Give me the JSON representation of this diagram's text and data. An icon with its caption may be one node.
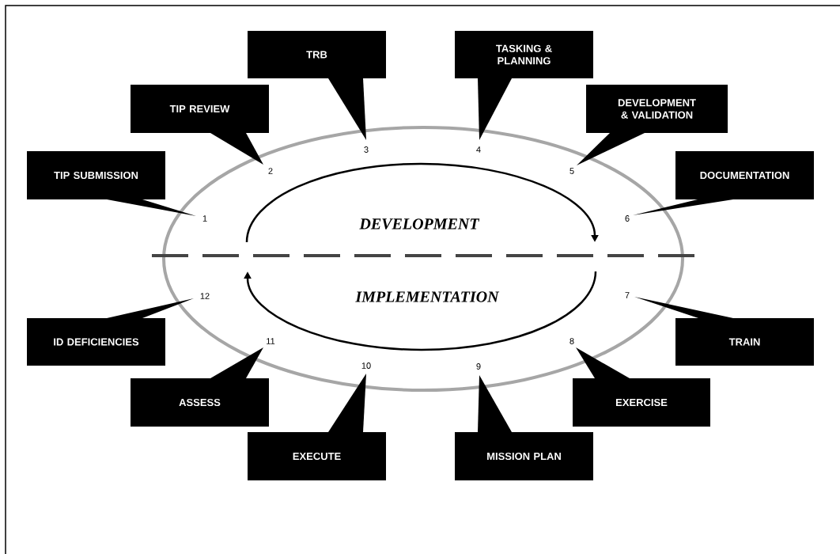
{
  "diagram": {
    "nodes": [
      {
        "text": [
          "TIP SUBMISSION"
        ],
        "beside": [
          "1"
        ]
      },
      {
        "text": [
          "TIP REVIEW"
        ],
        "beside": [
          "2"
        ]
      },
      {
        "text": [
          "TRB"
        ],
        "beside": [
          "3"
        ]
      },
      {
        "text": [
          "TASKING & PLANNING"
        ],
        "beside": [
          "4"
        ]
      },
      {
        "text": [
          "DEVELOPMENT & VALIDATION"
        ],
        "beside": [
          "5"
        ]
      },
      {
        "text": [
          "DOCUMENTATION"
        ],
        "beside": [
          "6"
        ]
      },
      {
        "text": [
          "TRAIN"
        ],
        "beside": [
          "7"
        ]
      },
      {
        "text": [
          "EXERCISE"
        ],
        "beside": [
          "8"
        ]
      },
      {
        "text": [
          "MISSION PLAN"
        ],
        "beside": [
          "9"
        ]
      },
      {
        "text": [
          "EXECUTE"
        ],
        "beside": [
          "10"
        ]
      },
      {
        "text": [
          "ASSESS"
        ],
        "beside": [
          "11"
        ]
      },
      {
        "text": [
          "ID DEFICIENCIES"
        ],
        "beside": [
          "12"
        ]
      }
    ],
    "labels": [
      "DEVELOPMENT",
      "IMPLEMENTATION"
    ]
  }
}
